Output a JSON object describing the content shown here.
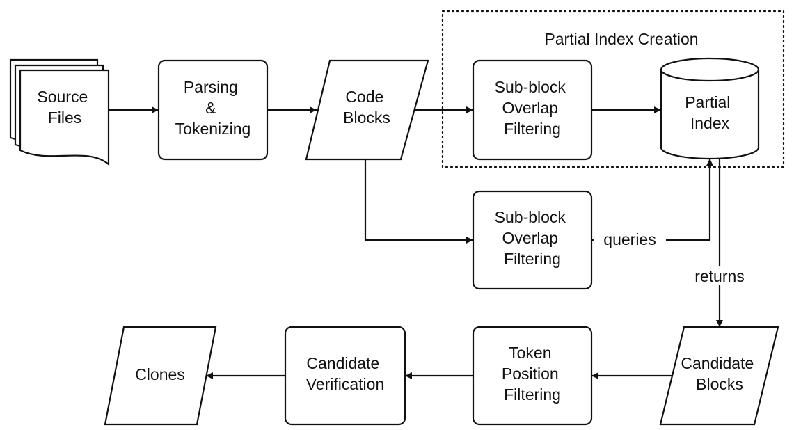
{
  "diagram": {
    "group_title": "Partial Index Creation",
    "nodes": {
      "source_files": [
        "Source",
        "Files"
      ],
      "parsing": [
        "Parsing",
        "&",
        "Tokenizing"
      ],
      "code_blocks": [
        "Code",
        "Blocks"
      ],
      "subblock_index": [
        "Sub-block",
        "Overlap",
        "Filtering"
      ],
      "partial_index": [
        "Partial",
        "Index"
      ],
      "subblock_query": [
        "Sub-block",
        "Overlap",
        "Filtering"
      ],
      "candidate_blocks": [
        "Candidate",
        "Blocks"
      ],
      "token_position": [
        "Token",
        "Position",
        "Filtering"
      ],
      "candidate_verification": [
        "Candidate",
        "Verification"
      ],
      "clones": [
        "Clones"
      ]
    },
    "edge_labels": {
      "queries": "queries",
      "returns": "returns"
    },
    "colors": {
      "stroke": "#111111",
      "fill": "#ffffff",
      "text": "#111111"
    }
  }
}
